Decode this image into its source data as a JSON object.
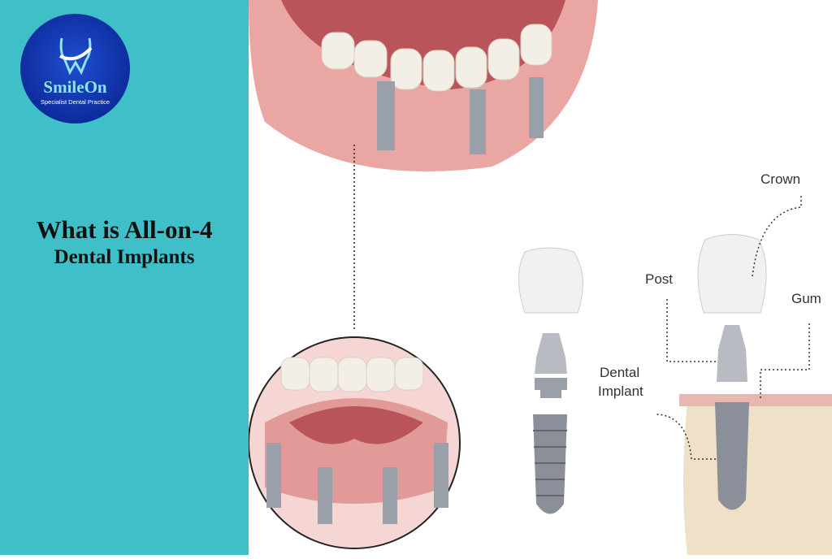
{
  "logo": {
    "brand": "SmileOn",
    "tagline": "Specialist Dental Practice",
    "icon": "tooth-smile-icon"
  },
  "title": {
    "line1": "What is All-on-4",
    "line2": "Dental Implants"
  },
  "labels": {
    "crown": "Crown",
    "post": "Post",
    "gum": "Gum",
    "dental": "Dental",
    "implant": "Implant"
  },
  "colors": {
    "panel": "#3fc0c9",
    "logo_bg": "#0c2a9a",
    "gum": "#e9a6a3",
    "implant": "#8a8f99"
  }
}
